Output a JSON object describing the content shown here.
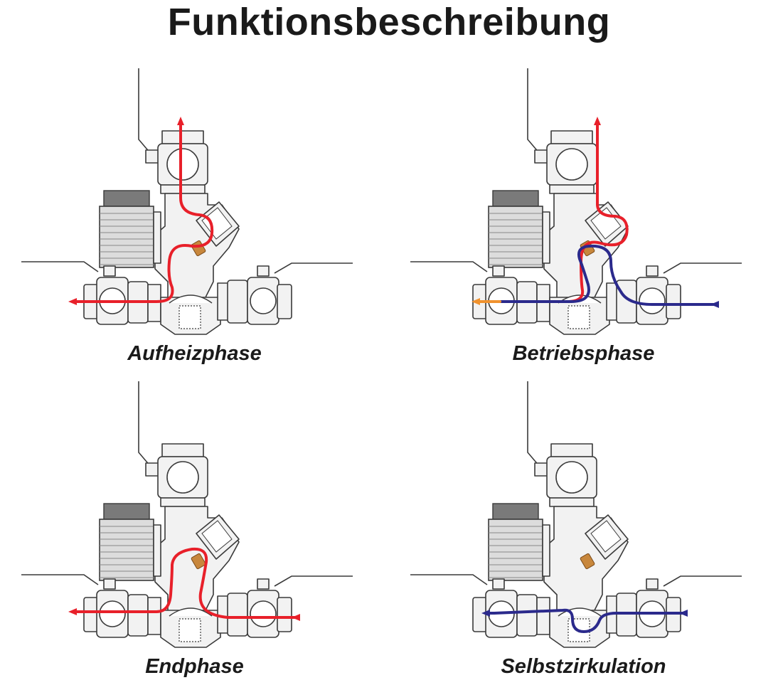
{
  "title": "Funktionsbeschreibung",
  "colors": {
    "hot": "#e8202a",
    "cold": "#2b2a8c",
    "outlet": "#f0922e",
    "valve": "#c8873c",
    "line": "#3a3a3a",
    "fill": "#f2f2f2",
    "motor": "#dcdcdc",
    "motor_top": "#7a7a7a"
  },
  "panels": [
    {
      "id": "aufheizphase",
      "caption": "Aufheizphase",
      "flows": [
        {
          "color": "hot",
          "path": "heat-up"
        }
      ]
    },
    {
      "id": "betriebsphase",
      "caption": "Betriebsphase",
      "flows": [
        {
          "color": "hot",
          "path": "operation-hot"
        },
        {
          "color": "cold",
          "path": "operation-cold"
        },
        {
          "color": "outlet",
          "path": "operation-outlet"
        }
      ]
    },
    {
      "id": "endphase",
      "caption": "Endphase",
      "flows": [
        {
          "color": "hot",
          "path": "end-phase"
        }
      ]
    },
    {
      "id": "selbstzirkulation",
      "caption": "Selbstzirkulation",
      "flows": [
        {
          "color": "cold",
          "path": "self-circulation"
        }
      ]
    }
  ]
}
